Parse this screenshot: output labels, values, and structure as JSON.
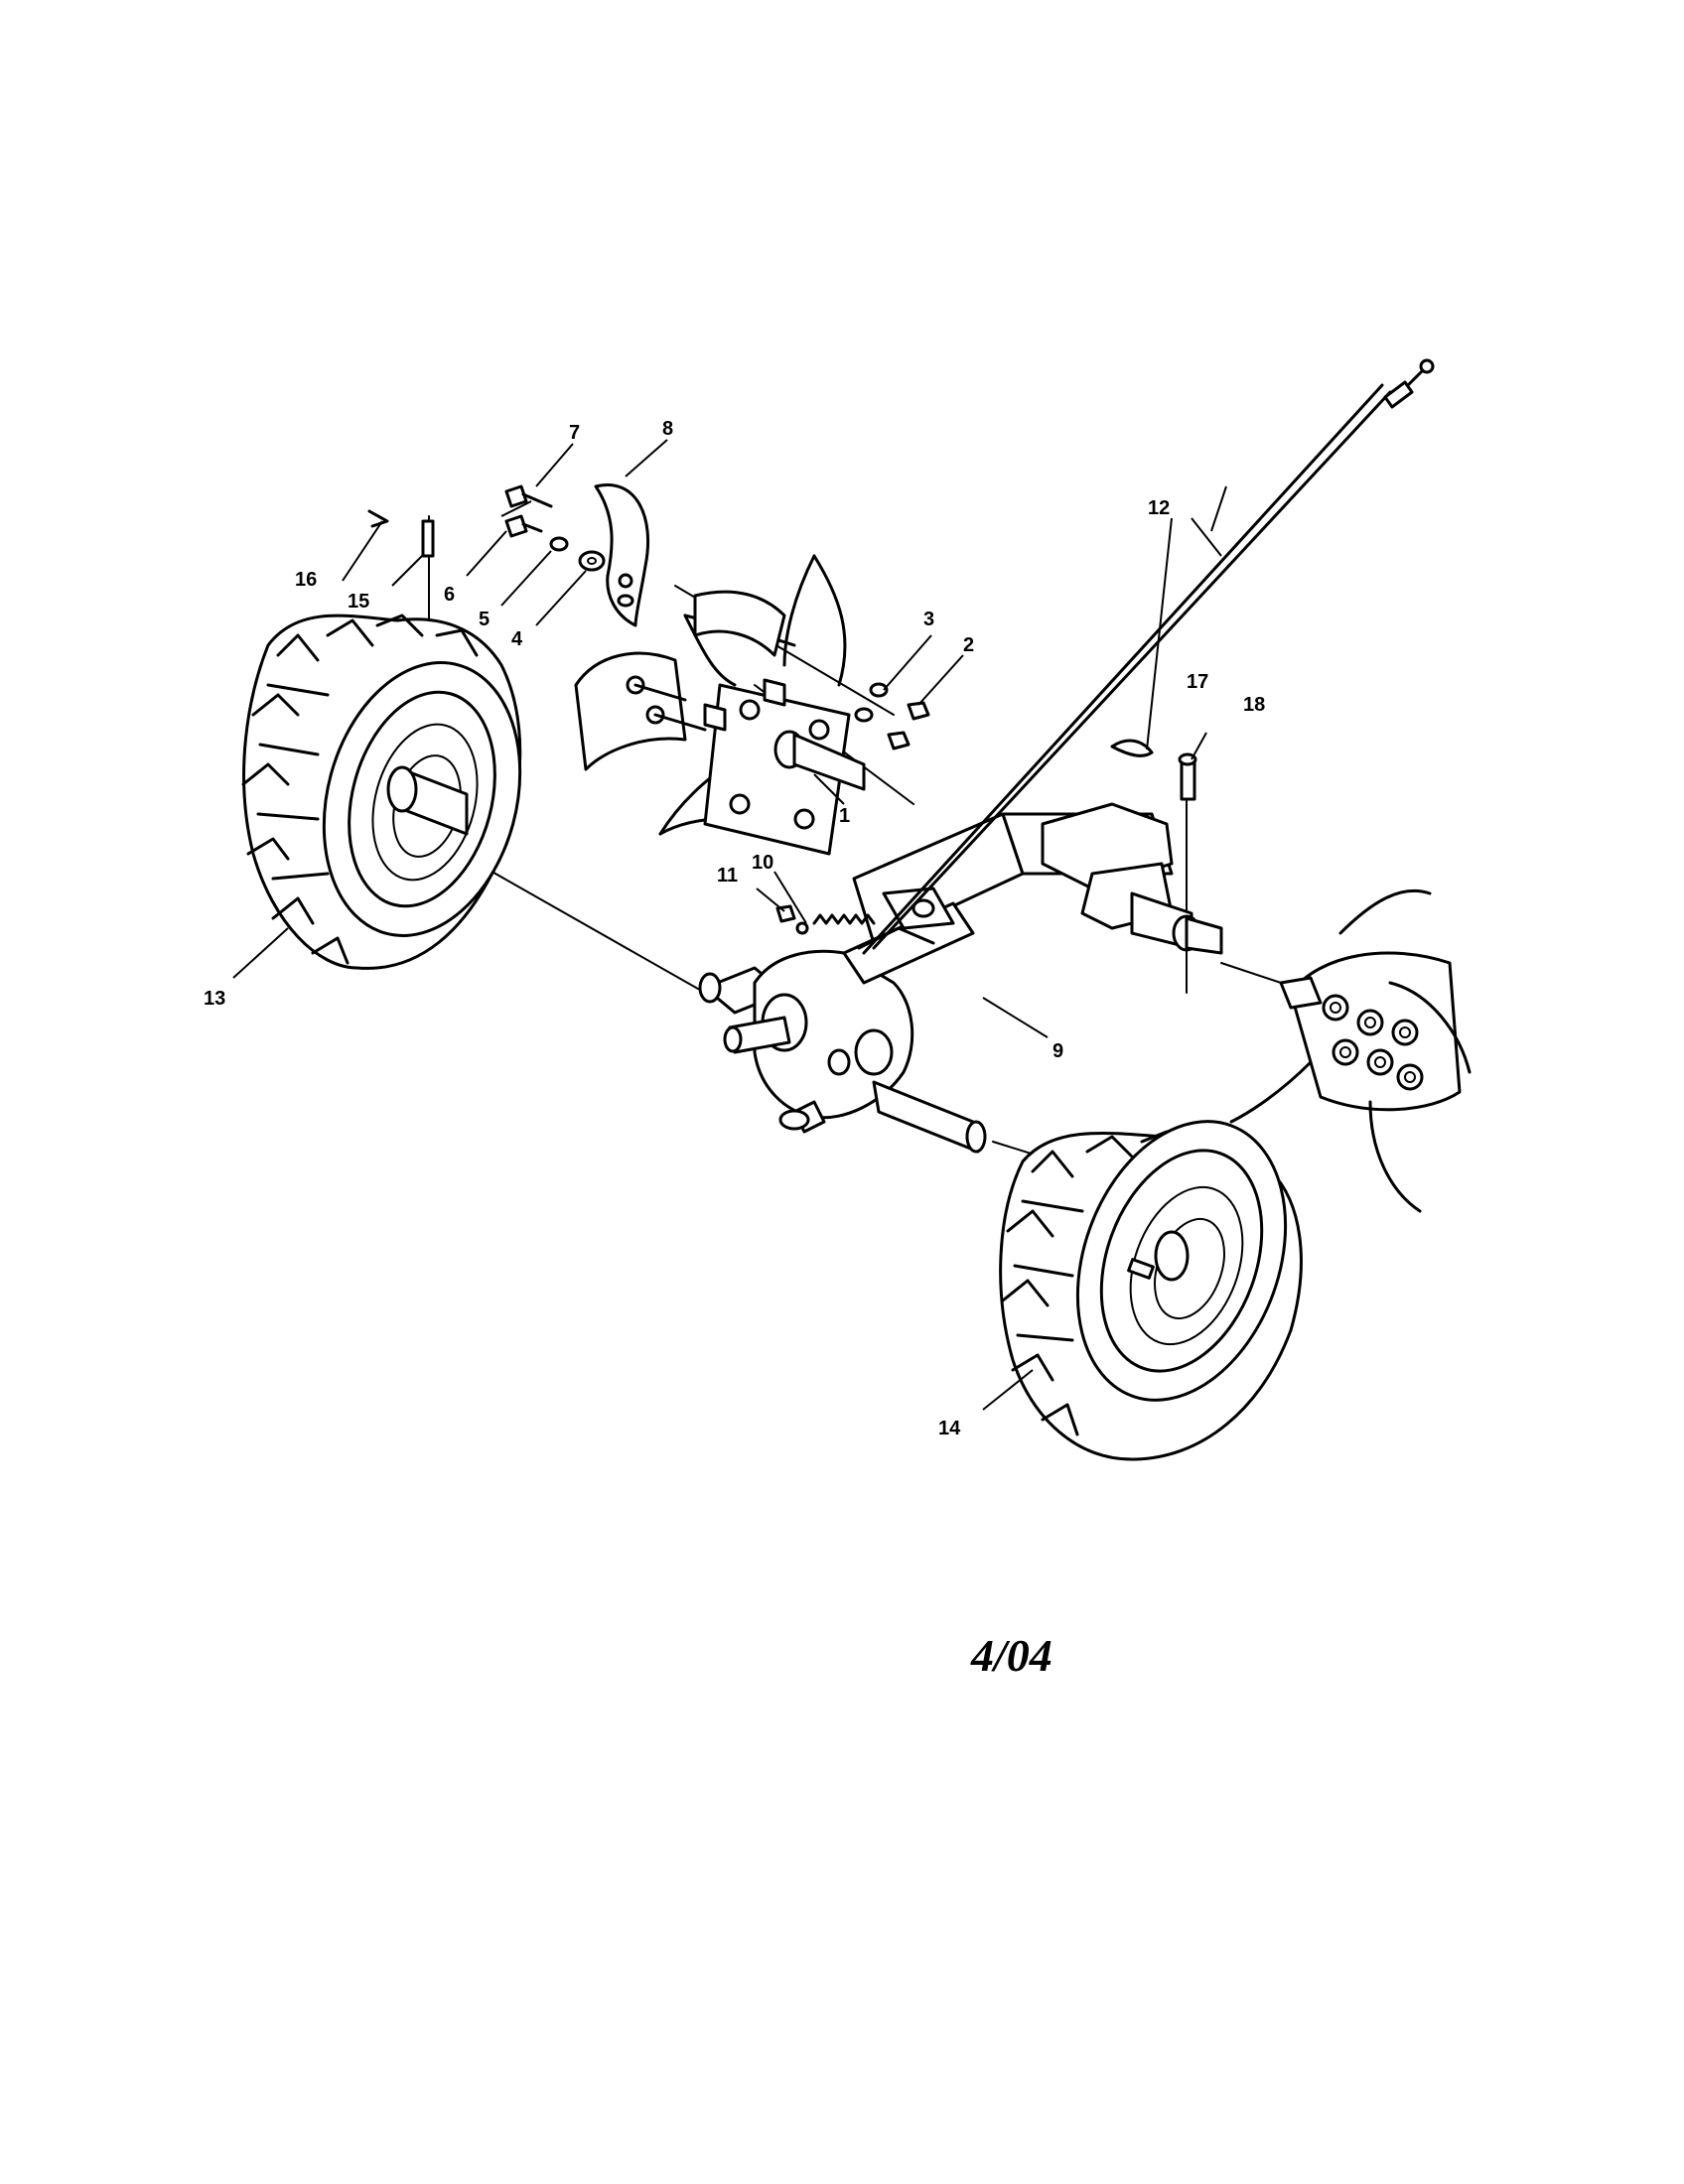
{
  "callouts": {
    "c1": "1",
    "c2": "2",
    "c3": "3",
    "c4": "4",
    "c5": "5",
    "c6": "6",
    "c7": "7",
    "c8": "8",
    "c9": "9",
    "c10": "10",
    "c11": "11",
    "c12": "12",
    "c13": "13",
    "c14": "14",
    "c15": "15",
    "c16": "16",
    "c17": "17",
    "c18": "18"
  },
  "date_stamp": "4/04"
}
